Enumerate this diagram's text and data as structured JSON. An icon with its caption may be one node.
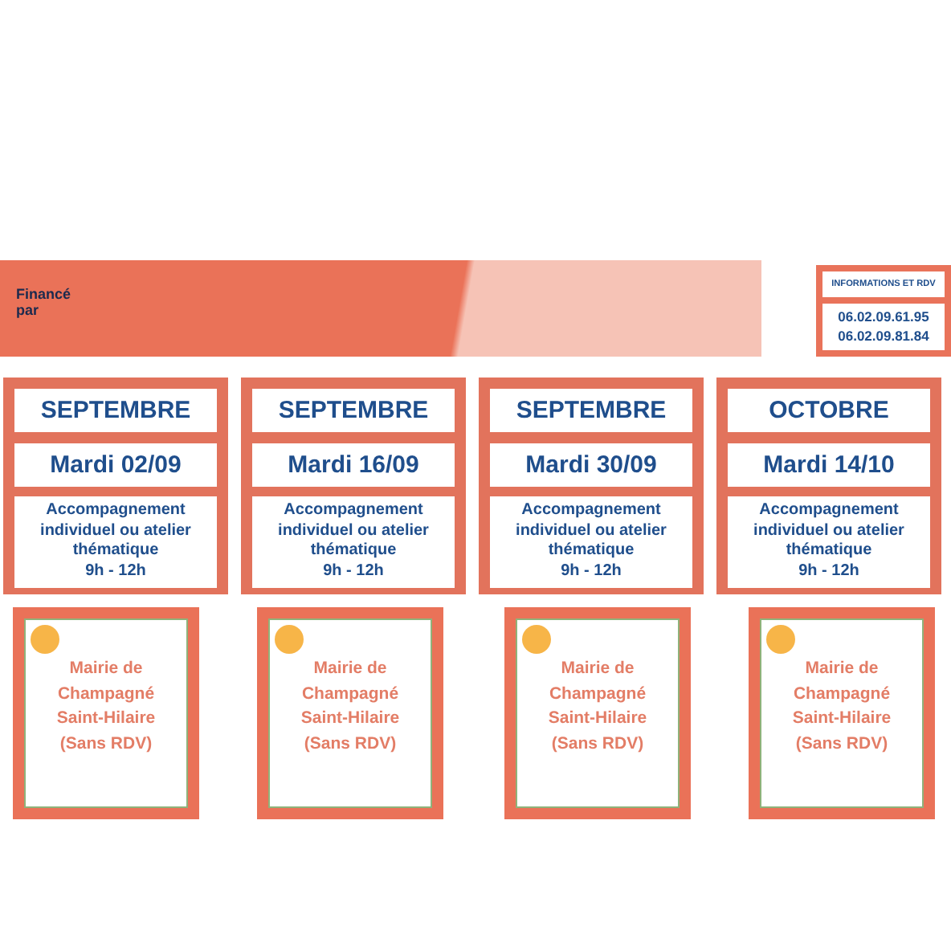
{
  "diagram": {
    "nodes": [
      {
        "text": [
          "Financé par"
        ]
      },
      {
        "text": [],
        "shape": "box"
      },
      {
        "text": [
          "INFORMATIONS ET RDV"
        ],
        "in": 1
      },
      {
        "text": [
          "06.02.09.61.95",
          "06.02.09.81.84"
        ],
        "in": 1
      },
      {
        "text": [],
        "shape": "box"
      },
      {
        "text": [
          "SEPTEMBRE"
        ],
        "in": 4
      },
      {
        "text": [
          "Mardi 02/09"
        ],
        "in": 4
      },
      {
        "text": [
          "Accompagnement individuel ou atelier thématique",
          "9h - 12h"
        ],
        "in": 4
      },
      {
        "text": [],
        "shape": "box"
      },
      {
        "text": [
          "SEPTEMBRE"
        ],
        "in": 8
      },
      {
        "text": [
          "Mardi 16/09"
        ],
        "in": 8
      },
      {
        "text": [
          "Accompagnement individuel ou atelier thématique",
          "9h - 12h"
        ],
        "in": 8
      },
      {
        "text": [],
        "shape": "box"
      },
      {
        "text": [
          "SEPTEMBRE"
        ],
        "in": 12
      },
      {
        "text": [
          "Mardi 30/09"
        ],
        "in": 12
      },
      {
        "text": [
          "Accompagnement individuel ou atelier thématique",
          "9h - 12h"
        ],
        "in": 12
      },
      {
        "text": [],
        "shape": "box"
      },
      {
        "text": [
          "OCTOBRE"
        ],
        "in": 16
      },
      {
        "text": [
          "Mardi 14/10"
        ],
        "in": 16
      },
      {
        "text": [
          "Accompagnement individuel ou atelier thématique",
          "9h - 12h"
        ],
        "in": 16
      },
      {
        "text": [
          "Mairie de Champagné Saint-Hilaire (Sans RDV)"
        ]
      },
      {
        "text": [
          "Mairie de Champagné Saint-Hilaire (Sans RDV)"
        ]
      },
      {
        "text": [
          "Mairie de Champagné Saint-Hilaire (Sans RDV)"
        ]
      },
      {
        "text": [
          "Mairie de Champagné Saint-Hilaire (Sans RDV)"
        ]
      }
    ]
  }
}
